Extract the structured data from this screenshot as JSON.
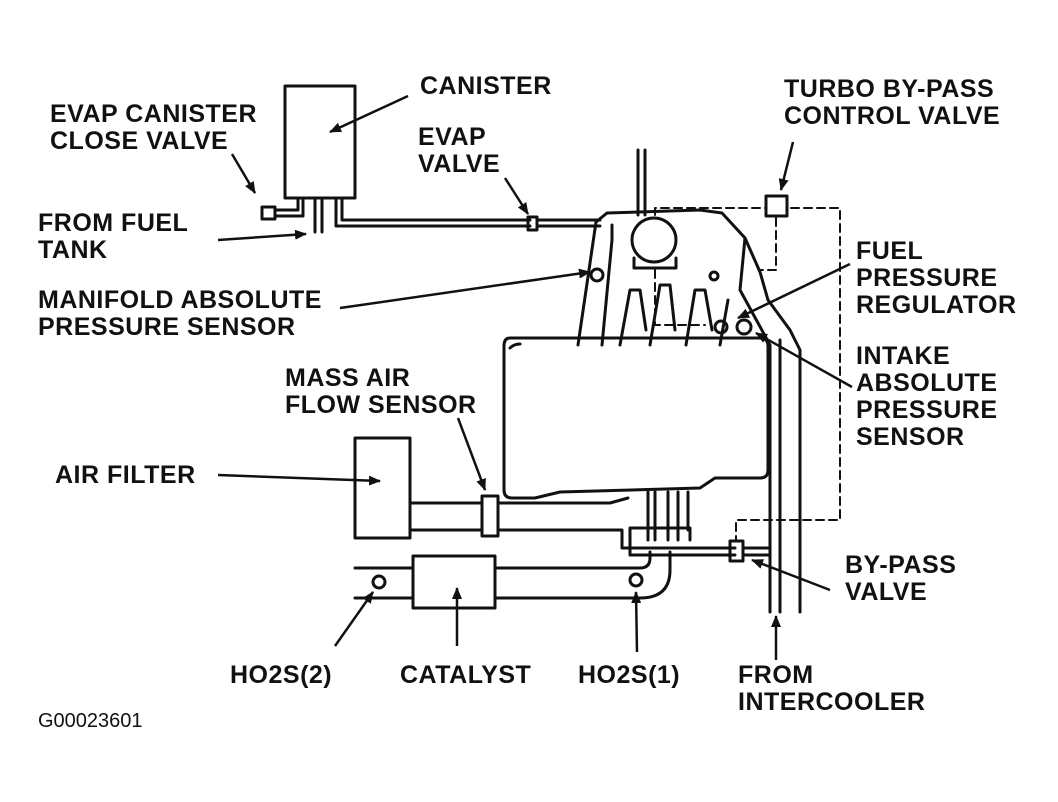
{
  "colors": {
    "ink": "#111111",
    "background": "#ffffff"
  },
  "labels": {
    "canister": "CANISTER",
    "evap_canister_close_valve": [
      "EVAP CANISTER",
      "CLOSE VALVE"
    ],
    "from_fuel_tank": [
      "FROM FUEL",
      "TANK"
    ],
    "evap_valve": [
      "EVAP",
      "VALVE"
    ],
    "turbo_bypass_control_valve": [
      "TURBO BY-PASS",
      "CONTROL VALVE"
    ],
    "fuel_pressure_regulator": [
      "FUEL",
      "PRESSURE",
      "REGULATOR"
    ],
    "manifold_absolute_pressure_sensor": [
      "MANIFOLD ABSOLUTE",
      "PRESSURE SENSOR"
    ],
    "intake_absolute_pressure_sensor": [
      "INTAKE",
      "ABSOLUTE",
      "PRESSURE",
      "SENSOR"
    ],
    "mass_air_flow_sensor": [
      "MASS AIR",
      "FLOW SENSOR"
    ],
    "air_filter": "AIR FILTER",
    "bypass_valve": [
      "BY-PASS",
      "VALVE"
    ],
    "ho2s_2": "HO2S(2)",
    "catalyst": "CATALYST",
    "ho2s_1": "HO2S(1)",
    "from_intercooler": [
      "FROM",
      "INTERCOOLER"
    ]
  },
  "figure_code": "G00023601"
}
